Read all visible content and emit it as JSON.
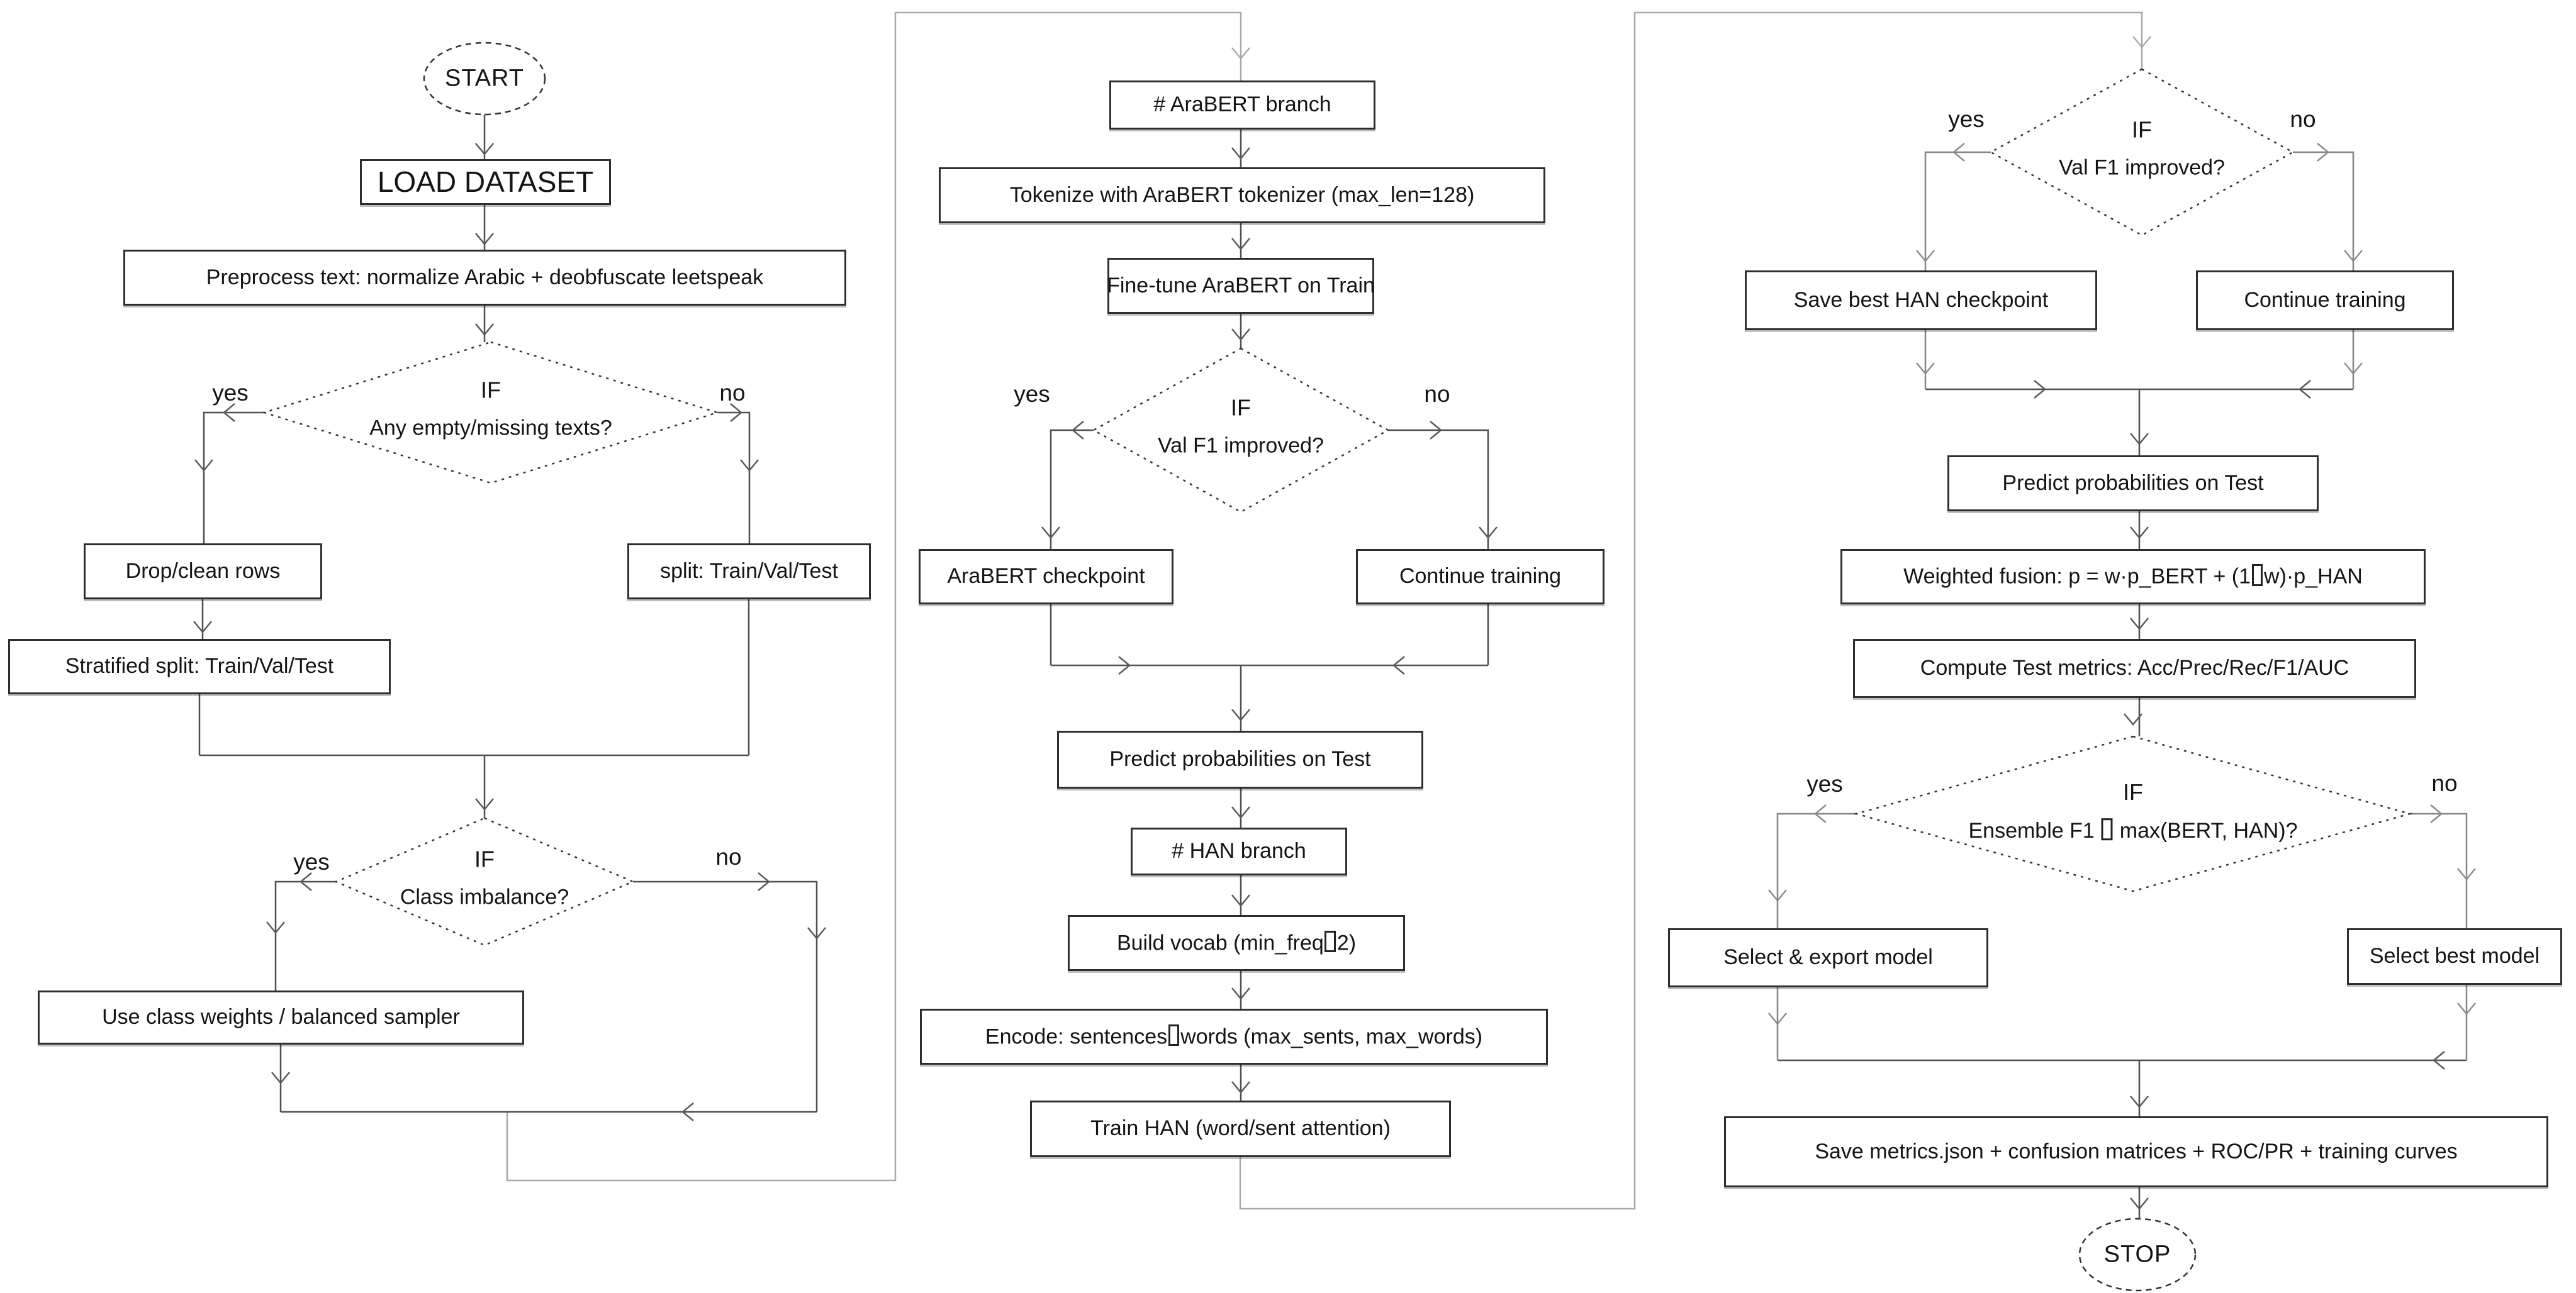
{
  "diagram": {
    "labels": {
      "yes": "yes",
      "no": "no",
      "if": "IF"
    },
    "terminals": {
      "start": "START",
      "stop": "STOP"
    },
    "nodes": {
      "load_dataset": "LOAD DATASET",
      "preprocess": "Preprocess text: normalize Arabic + deobfuscate leetspeak",
      "drop_clean": "Drop/clean rows",
      "stratified_split": "Stratified split: Train/Val/Test",
      "split": "split: Train/Val/Test",
      "class_weights": "Use class weights / balanced sampler",
      "arabert_branch": "# AraBERT branch",
      "tokenize": "Tokenize with AraBERT tokenizer (max_len=128)",
      "finetune": "Fine-tune AraBERT on Train",
      "arabert_checkpoint": "AraBERT checkpoint",
      "continue_training_mid": "Continue training",
      "predict_test_mid": "Predict probabilities on Test",
      "han_branch": "# HAN branch",
      "build_vocab": "Build vocab (min_freq□2)",
      "encode": "Encode: sentences□words (max_sents, max_words)",
      "train_han": "Train HAN (word/sent attention)",
      "save_han_checkpoint": "Save best HAN checkpoint",
      "continue_training_right": "Continue training",
      "predict_test_right": "Predict probabilities on Test",
      "weighted_fusion": "Weighted fusion: p = w·p_BERT + (1□w)·p_HAN",
      "compute_metrics": "Compute Test metrics: Acc/Prec/Rec/F1/AUC",
      "select_export": "Select & export model",
      "select_best": "Select best model",
      "save_outputs": "Save metrics.json + confusion matrices + ROC/PR + training curves"
    },
    "decisions": {
      "empty_texts": "Any empty/missing texts?",
      "class_imbalance": "Class imbalance?",
      "val_f1_mid": "Val F1 improved?",
      "val_f1_right": "Val F1 improved?",
      "ensemble_f1": "Ensemble F1 □ max(BERT, HAN)?"
    }
  }
}
